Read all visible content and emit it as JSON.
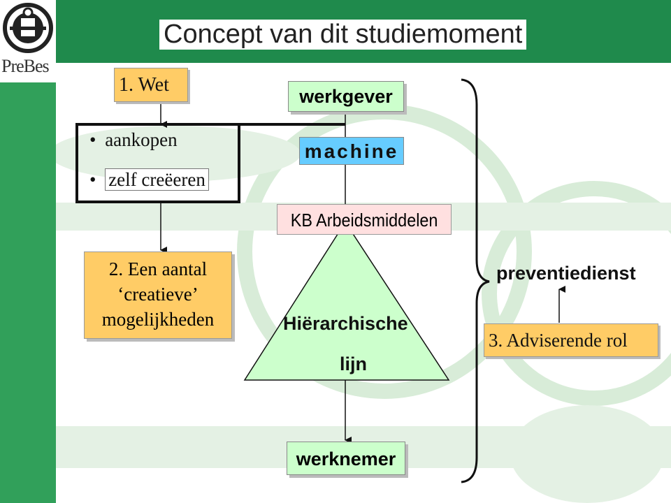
{
  "title": "Concept van dit studiemoment",
  "logo": {
    "text": "PreBes"
  },
  "law": {
    "label": "1. Wet",
    "options": [
      "aankopen",
      "zelf creëeren"
    ]
  },
  "possibilities": {
    "lines": [
      "2. Een aantal",
      "‘creatieve’",
      "mogelijkheden"
    ]
  },
  "werkgever": "werkgever",
  "machine": "machine",
  "kb": "KB Arbeidsmiddelen",
  "hierarchy": {
    "line1": "Hiërarchische",
    "line2": "lijn"
  },
  "werknemer": "werknemer",
  "prevention": "preventiedienst",
  "advisory": "3. Adviserende rol",
  "colors": {
    "accent_box": "#ffcc66",
    "green_box": "#ccffcc",
    "blue_box": "#66ccff",
    "pink_box": "#ffe0e0",
    "header": "#1f8a4c",
    "sidebar": "#31a05a"
  }
}
